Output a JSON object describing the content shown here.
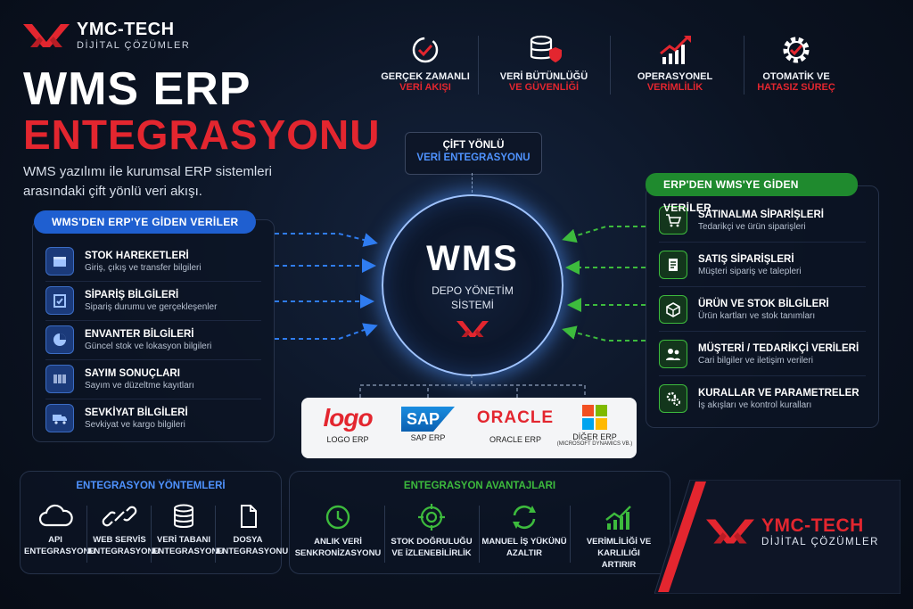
{
  "brand": {
    "name": "YMC-TECH",
    "sub": "DİJİTAL ÇÖZÜMLER"
  },
  "hero": {
    "title1": "WMS ERP",
    "title2": "ENTEGRASYONU",
    "desc": "WMS yazılımı ile kurumsal ERP sistemleri arasındaki çift yönlü veri akışı."
  },
  "features": [
    {
      "l1": "GERÇEK ZAMANLI",
      "l2": "VERİ AKIŞI",
      "icon": "realtime-icon"
    },
    {
      "l1": "VERİ BÜTÜNLÜĞÜ",
      "l2": "VE GÜVENLİĞİ",
      "icon": "database-shield-icon"
    },
    {
      "l1": "OPERASYONEL",
      "l2": "VERİMLİLİK",
      "icon": "growth-chart-icon"
    },
    {
      "l1": "OTOMATİK VE",
      "l2": "HATASIZ SÜREÇ",
      "icon": "gear-check-icon"
    }
  ],
  "center_tag": {
    "l1": "ÇİFT YÖNLÜ",
    "l2": "VERİ ENTEGRASYONU"
  },
  "hub": {
    "title": "WMS",
    "l1": "DEPO YÖNETİM",
    "l2": "SİSTEMİ"
  },
  "left": {
    "title": "WMS'DEN ERP'YE GİDEN VERİLER",
    "items": [
      {
        "t": "STOK HAREKETLERİ",
        "s": "Giriş, çıkış ve transfer bilgileri",
        "icon": "box-icon"
      },
      {
        "t": "SİPARİŞ BİLGİLERİ",
        "s": "Sipariş durumu ve gerçekleşenler",
        "icon": "clipboard-check-icon"
      },
      {
        "t": "ENVANTER BİLGİLERİ",
        "s": "Güncel stok ve lokasyon bilgileri",
        "icon": "pie-chart-icon"
      },
      {
        "t": "SAYIM SONUÇLARI",
        "s": "Sayım ve düzeltme kayıtları",
        "icon": "barcode-icon"
      },
      {
        "t": "SEVKİYAT BİLGİLERİ",
        "s": "Sevkiyat ve kargo bilgileri",
        "icon": "truck-icon"
      }
    ]
  },
  "right": {
    "title": "ERP'DEN WMS'YE GİDEN VERİLER",
    "items": [
      {
        "t": "SATINALMA SİPARİŞLERİ",
        "s": "Tedarikçi ve ürün siparişleri",
        "icon": "cart-icon"
      },
      {
        "t": "SATIŞ SİPARİŞLERİ",
        "s": "Müşteri sipariş ve talepleri",
        "icon": "document-icon"
      },
      {
        "t": "ÜRÜN VE STOK BİLGİLERİ",
        "s": "Ürün kartları ve stok tanımları",
        "icon": "cube-icon"
      },
      {
        "t": "MÜŞTERİ / TEDARİKÇİ VERİLERİ",
        "s": "Cari bilgiler ve iletişim verileri",
        "icon": "users-icon"
      },
      {
        "t": "KURALLAR VE PARAMETRELER",
        "s": "İş akışları ve kontrol kuralları",
        "icon": "gears-icon"
      }
    ]
  },
  "erps": [
    {
      "logo": "logo",
      "label": "LOGO ERP"
    },
    {
      "logo": "SAP",
      "label": "SAP ERP"
    },
    {
      "logo": "ORACLE",
      "label": "ORACLE ERP"
    },
    {
      "logo": "",
      "label": "DİĞER ERP",
      "sub": "(MICROSOFT DYNAMICS VB.)"
    }
  ],
  "methods": {
    "title": "ENTEGRASYON YÖNTEMLERİ",
    "items": [
      {
        "l1": "API",
        "l2": "ENTEGRASYONU",
        "icon": "cloud-icon"
      },
      {
        "l1": "WEB SERVİS",
        "l2": "ENTEGRASYONU",
        "icon": "link-icon"
      },
      {
        "l1": "VERİ TABANI",
        "l2": "ENTEGRASYONU",
        "icon": "database-icon"
      },
      {
        "l1": "DOSYA",
        "l2": "ENTEGRASYONU",
        "icon": "file-icon"
      }
    ]
  },
  "benefits": {
    "title": "ENTEGRASYON AVANTAJLARI",
    "items": [
      {
        "l1": "ANLIK VERİ",
        "l2": "SENKRONİZASYONU",
        "icon": "clock-icon"
      },
      {
        "l1": "STOK DOĞRULUĞU",
        "l2": "VE İZLENEBİLİRLİK",
        "icon": "target-icon"
      },
      {
        "l1": "MANUEL İŞ YÜKÜNÜ",
        "l2": "AZALTIR",
        "icon": "refresh-icon"
      },
      {
        "l1": "VERİMLİLİĞİ VE KARLILIĞI",
        "l2": "ARTIRIR",
        "icon": "bar-growth-icon"
      }
    ]
  },
  "colors": {
    "red": "#e3262f",
    "blue": "#2f7cf0",
    "green": "#3dbb3d"
  }
}
